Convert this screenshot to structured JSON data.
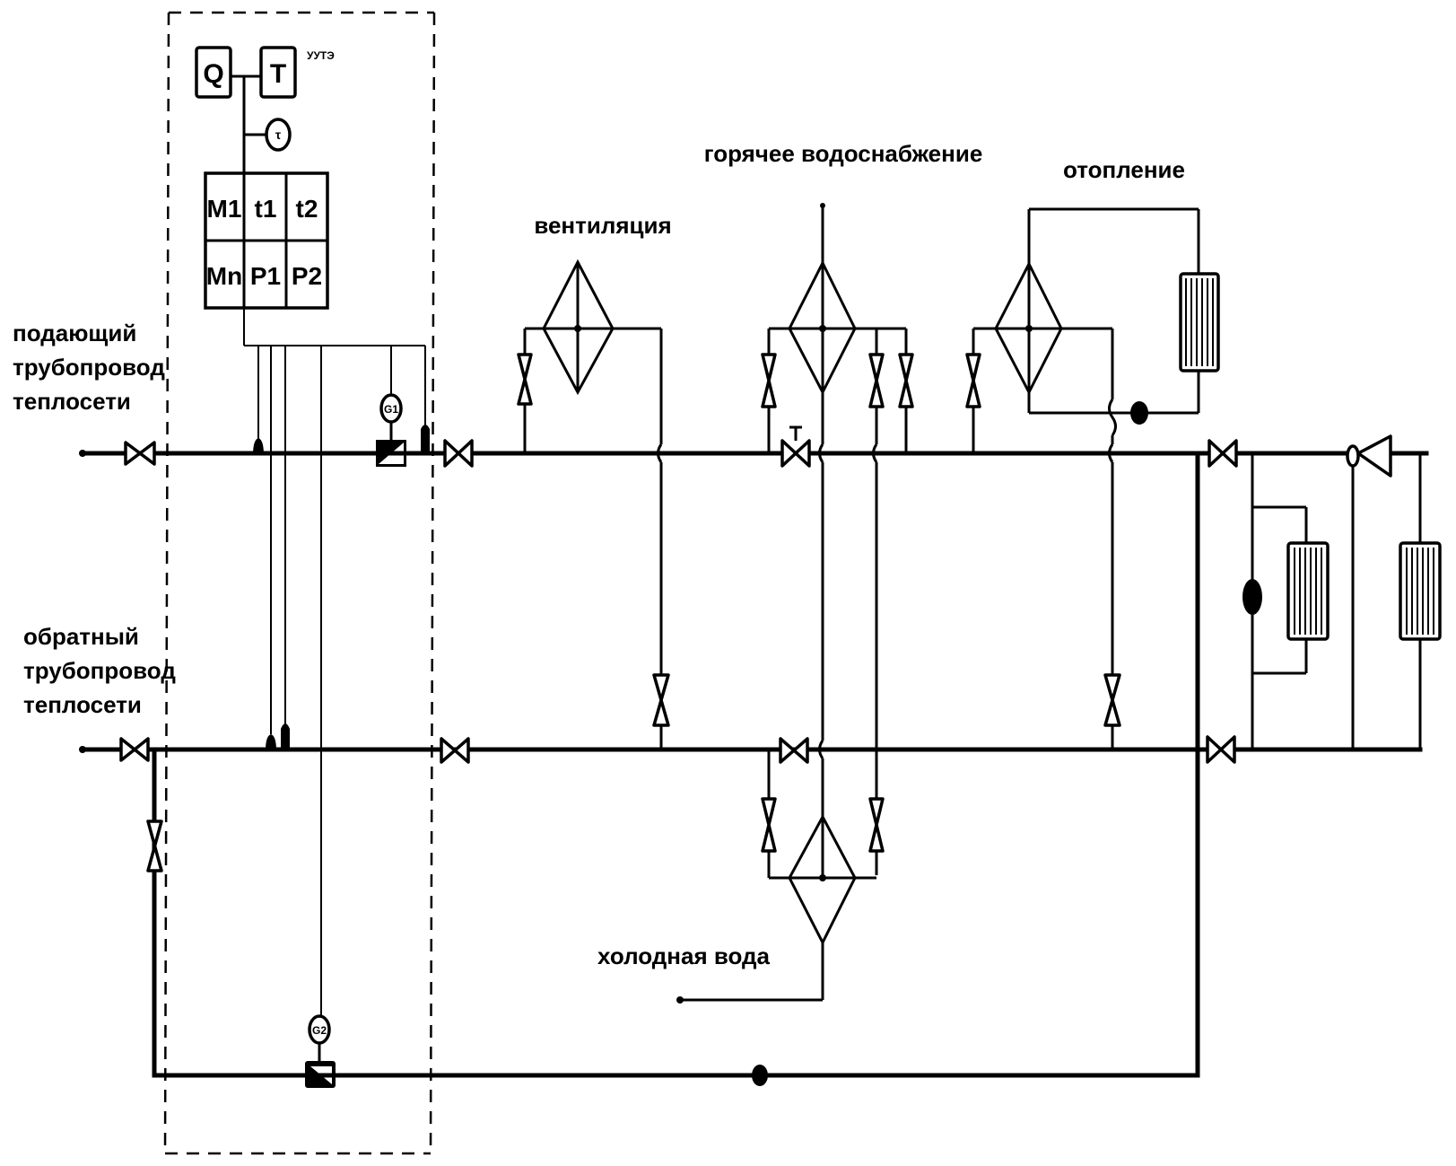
{
  "diagram": {
    "labels": {
      "supply_pipe": [
        "подающий",
        "трубопровод",
        "теплосети"
      ],
      "return_pipe": [
        "обратный",
        "трубопровод",
        "теплосети"
      ],
      "ventilation": "вентиляция",
      "hot_water": "горячее водоснабжение",
      "heating": "отопление",
      "cold_water": "холодная вода",
      "meter_unit": "УУТЭ"
    },
    "meter": {
      "q": "Q",
      "t": "T",
      "clock": "τ",
      "cells": [
        [
          "M1",
          "t1",
          "t2"
        ],
        [
          "Mn",
          "P1",
          "P2"
        ]
      ]
    },
    "flowmeters": {
      "supply": "G1",
      "return": "G2"
    }
  }
}
